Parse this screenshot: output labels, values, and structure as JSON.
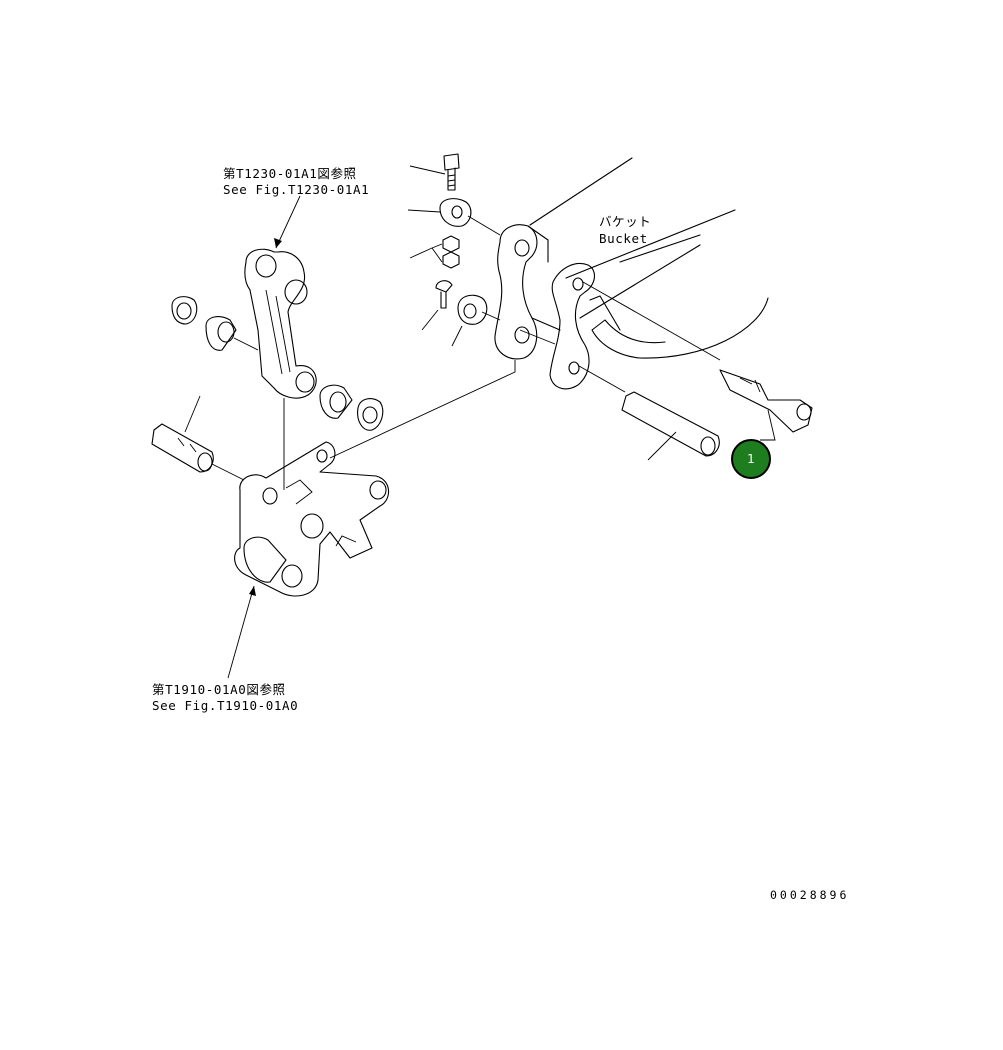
{
  "labels": {
    "ref_top_jp": "第T1230-01A1図参照",
    "ref_top_en": "See Fig.T1230-01A1",
    "bucket_jp": "バケット",
    "bucket_en": "Bucket",
    "ref_bottom_jp": "第T1910-01A0図参照",
    "ref_bottom_en": "See Fig.T1910-01A0"
  },
  "callout": {
    "number": "1",
    "color": "#1e7d1e"
  },
  "drawing_code": "00028896"
}
